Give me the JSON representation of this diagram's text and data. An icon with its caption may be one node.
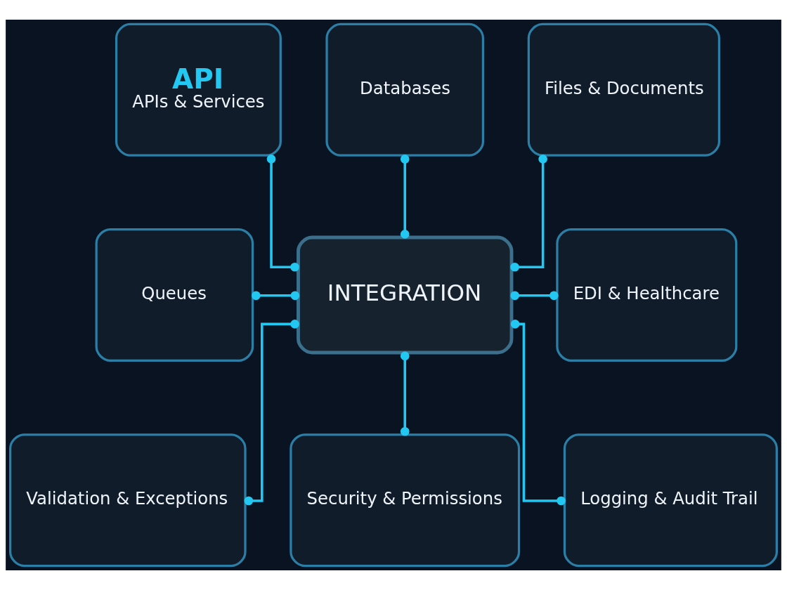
{
  "diagram": {
    "nodes": [
      {
        "text": [
          "API",
          "APIs & Services"
        ]
      },
      {
        "text": [
          "Databases"
        ]
      },
      {
        "text": [
          "Files & Documents"
        ]
      },
      {
        "text": [
          "Queues"
        ]
      },
      {
        "text": [
          "INTEGRATION"
        ]
      },
      {
        "text": [
          "EDI & Healthcare"
        ]
      },
      {
        "text": [
          "Validation & Exceptions"
        ]
      },
      {
        "text": [
          "Security & Permissions"
        ]
      },
      {
        "text": [
          "Logging & Audit Trail"
        ]
      }
    ],
    "edges": [
      {
        "from": 0,
        "to": 4,
        "arrow": "other"
      },
      {
        "from": 1,
        "to": 4,
        "arrow": "other"
      },
      {
        "from": 2,
        "to": 4,
        "arrow": "other"
      },
      {
        "from": 3,
        "to": 4,
        "arrow": "other"
      },
      {
        "from": 4,
        "to": 5,
        "arrow": "other"
      },
      {
        "from": 4,
        "to": 6,
        "arrow": "other"
      },
      {
        "from": 4,
        "to": 7,
        "arrow": "other"
      },
      {
        "from": 4,
        "to": 8,
        "arrow": "other"
      }
    ]
  }
}
